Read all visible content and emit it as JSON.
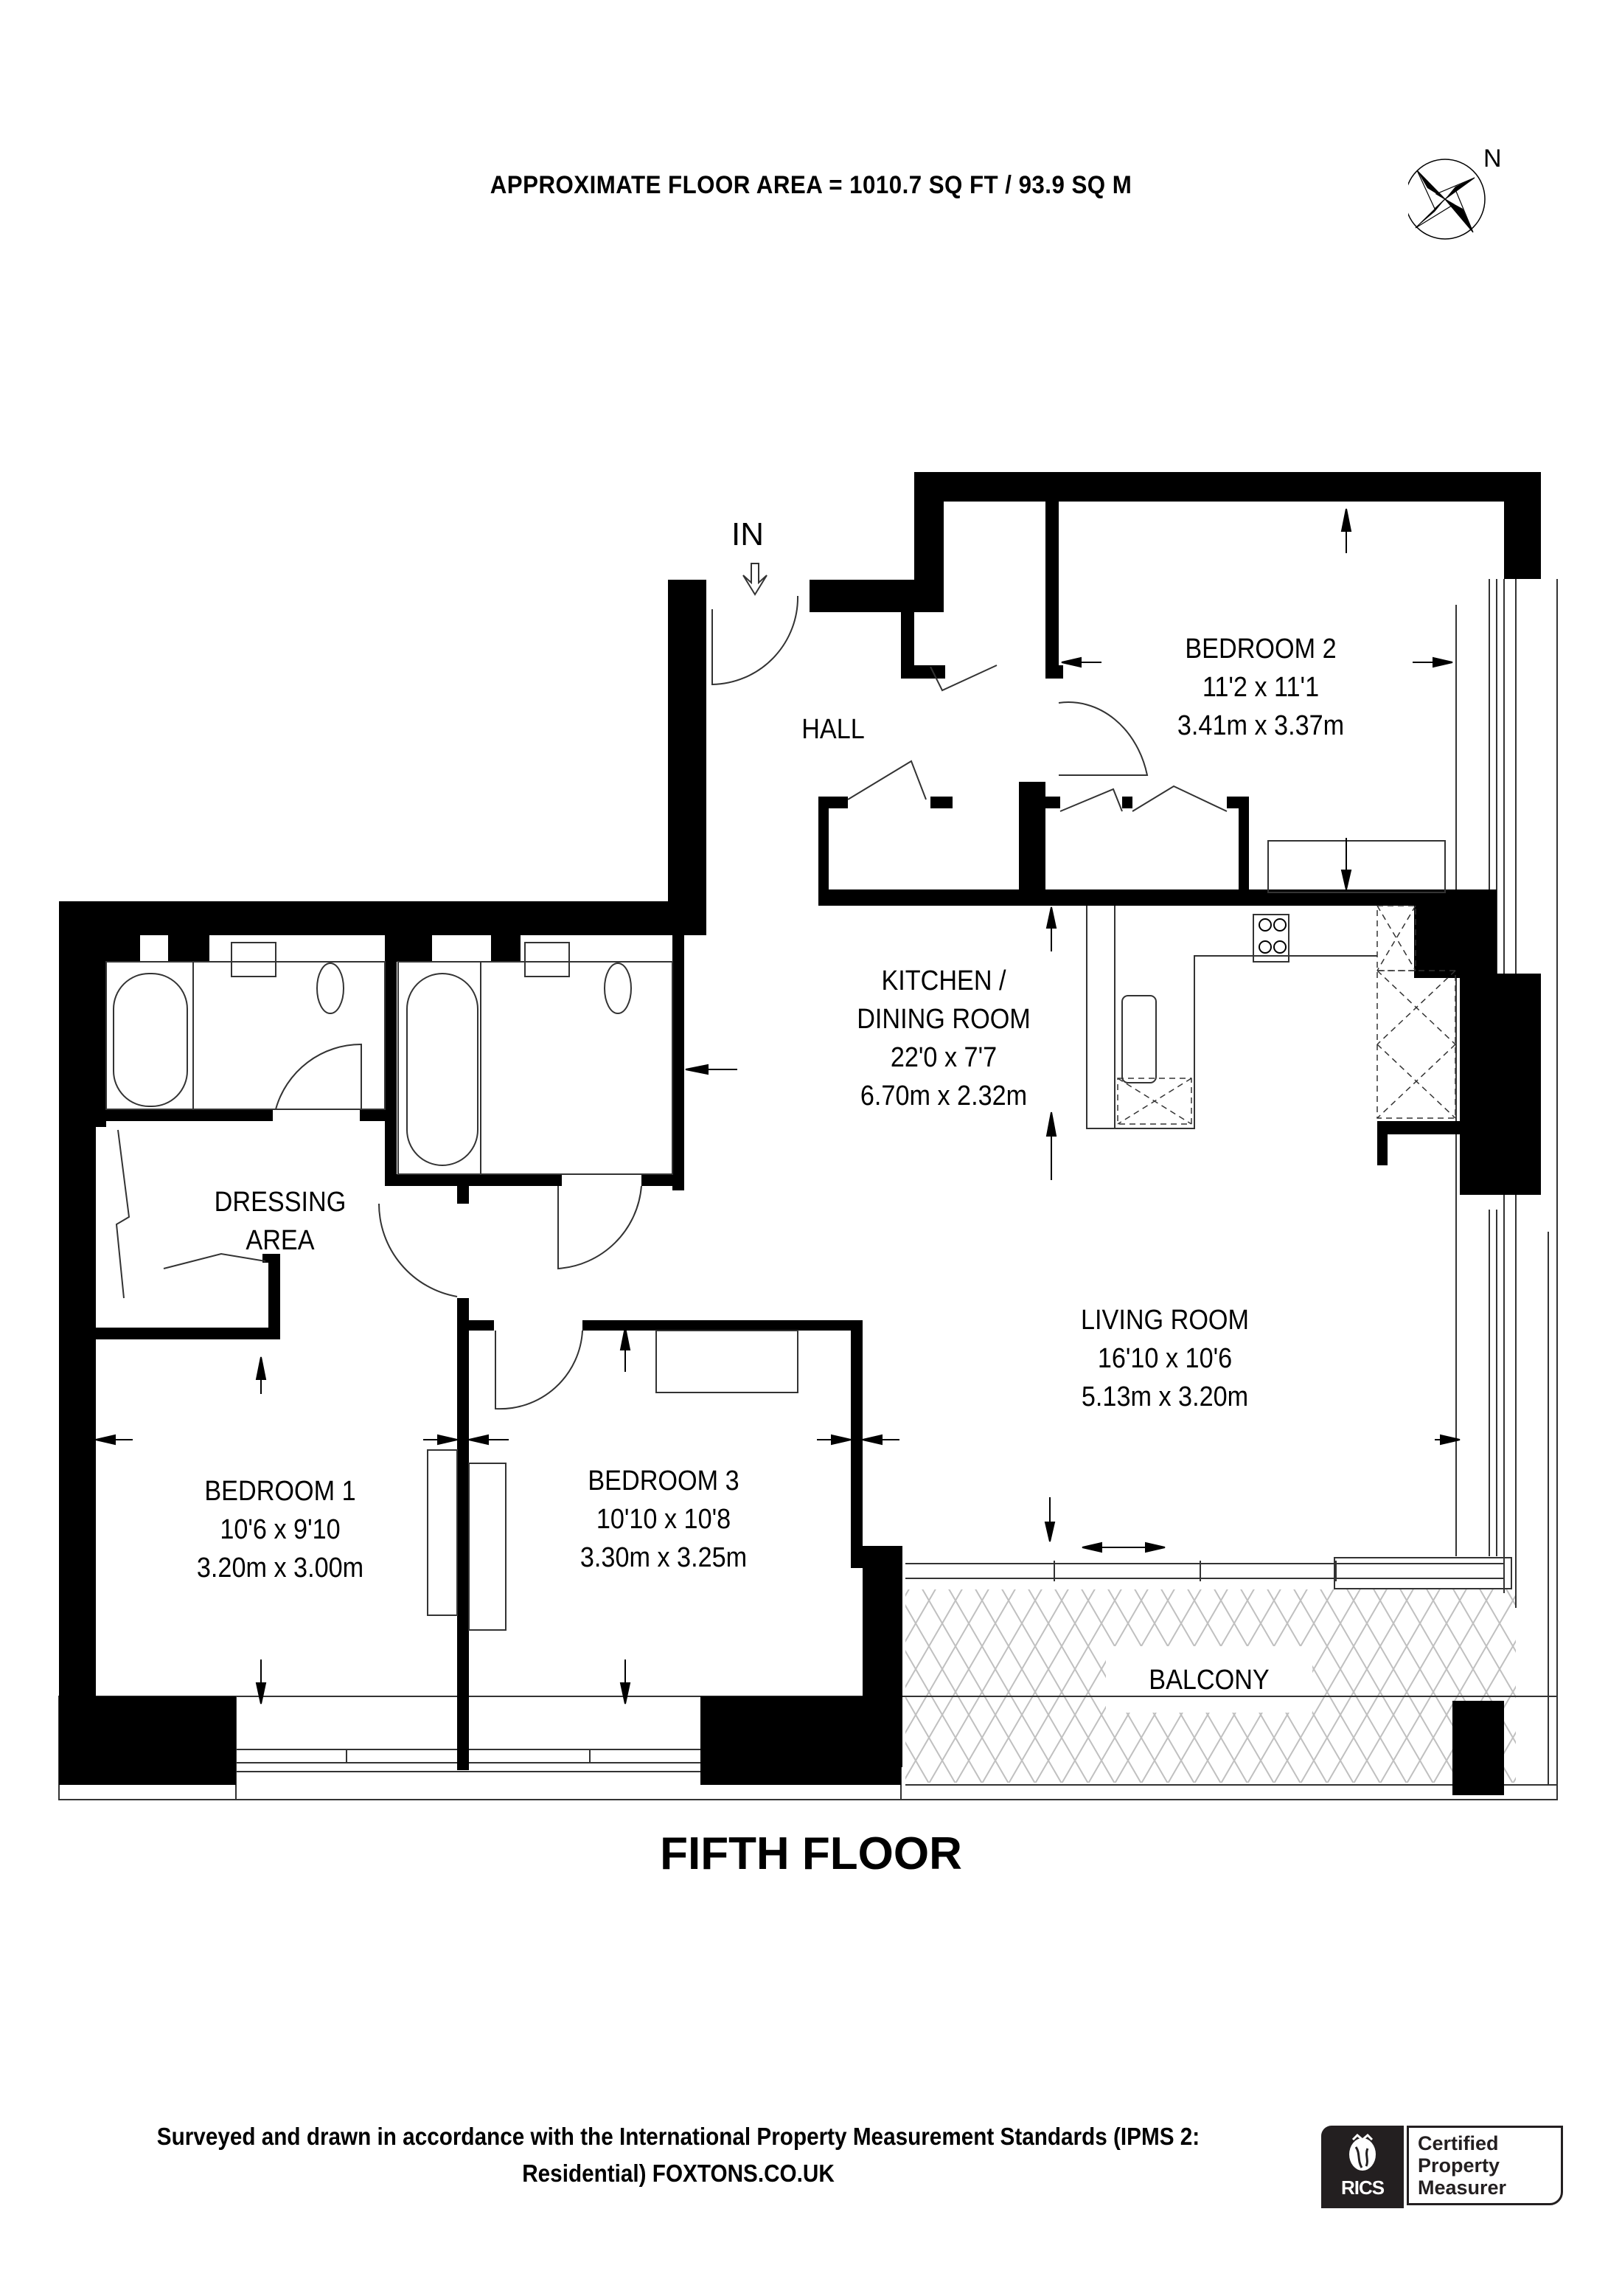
{
  "header": {
    "area_title": "APPROXIMATE FLOOR AREA = 1010.7 SQ FT / 93.9 SQ M",
    "compass_label": "N"
  },
  "entrance": {
    "label": "IN",
    "icon": "down-arrow-icon"
  },
  "rooms": [
    {
      "id": "hall",
      "name": "HALL"
    },
    {
      "id": "bedroom-2",
      "name": "BEDROOM 2",
      "imperial": "11'2 x 11'1",
      "metric": "3.41m x 3.37m"
    },
    {
      "id": "kitchen-dining",
      "name_line1": "KITCHEN /",
      "name_line2": "DINING ROOM",
      "imperial": "22'0 x 7'7",
      "metric": "6.70m x 2.32m"
    },
    {
      "id": "dressing-area",
      "name_line1": "DRESSING",
      "name_line2": "AREA"
    },
    {
      "id": "living-room",
      "name": "LIVING ROOM",
      "imperial": "16'10 x 10'6",
      "metric": "5.13m x 3.20m"
    },
    {
      "id": "bedroom-1",
      "name": "BEDROOM 1",
      "imperial": "10'6 x 9'10",
      "metric": "3.20m x 3.00m"
    },
    {
      "id": "bedroom-3",
      "name": "BEDROOM 3",
      "imperial": "10'10 x 10'8",
      "metric": "3.30m x 3.25m"
    },
    {
      "id": "balcony",
      "name": "BALCONY"
    }
  ],
  "floor_name": "FIFTH FLOOR",
  "footer": {
    "line1": "Surveyed and drawn in accordance with the International Property Measurement Standards (IPMS 2:",
    "line2": "Residential) FOXTONS.CO.UK"
  },
  "badge": {
    "org": "RICS",
    "line1": "Certified",
    "line2": "Property",
    "line3": "Measurer"
  },
  "colors": {
    "wall": "#000000",
    "line": "#333333",
    "hatch": "#c0c0c0",
    "badge_dark": "#231f20"
  }
}
